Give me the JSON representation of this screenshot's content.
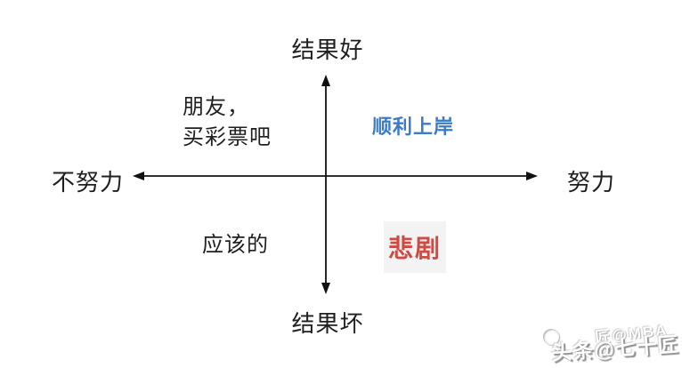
{
  "diagram": {
    "title_semantic": "effort-result quadrant diagram",
    "axes": {
      "top": "结果好",
      "bottom": "结果坏",
      "left": "不努力",
      "right": "努力"
    },
    "quadrants": {
      "top_left_line1": "朋友，",
      "top_left_line2": "买彩票吧",
      "top_right": "顺利上岸",
      "bottom_left": "应该的",
      "bottom_right": "悲剧"
    },
    "colors": {
      "axis_line": "#111111",
      "text": "#1f1f1f",
      "top_right_text": "#3b7bc8",
      "bottom_right_text": "#cf4a42",
      "bottom_right_bg": "#f3f3f4"
    }
  },
  "watermark": {
    "primary": "头条@七十匠",
    "secondary": "匠@MBA"
  }
}
